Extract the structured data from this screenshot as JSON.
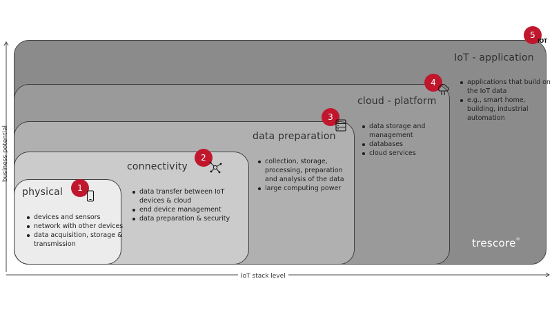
{
  "axes": {
    "x_label": "IoT stack level",
    "y_label": "business potential"
  },
  "layers": [
    {
      "number": "1",
      "title": "physical",
      "bullets": [
        "devices and sensors",
        "network with other devices",
        "data acquisition, storage & transmission"
      ],
      "icon": "device-icon",
      "color": "#ececec"
    },
    {
      "number": "2",
      "title": "connectivity",
      "bullets": [
        "data transfer between IoT devices & cloud",
        "end device management",
        "data preparation & security"
      ],
      "icon": "network-nodes-icon",
      "color": "#cbcbcb"
    },
    {
      "number": "3",
      "title": "data preparation",
      "bullets": [
        "collection, storage, processing, preparation and analysis of the data",
        "large computing power"
      ],
      "icon": "server-rack-icon",
      "color": "#b0b0b0"
    },
    {
      "number": "4",
      "title": "cloud - platform",
      "bullets": [
        "data storage and management",
        "databases",
        "cloud services"
      ],
      "icon": "cloud-icon",
      "color": "#9a9a9a"
    },
    {
      "number": "5",
      "title": "IoT - application",
      "bullets": [
        "applications that build on the IoT data",
        "e.g., smart home, building, industrial automation"
      ],
      "icon": "iot-logo-icon",
      "icon_text": "IOT",
      "color": "#8b8b8b"
    }
  ],
  "brand": {
    "name": "trescore",
    "mark": "®"
  },
  "colors": {
    "badge": "#c0172d",
    "axis": "#333333"
  }
}
